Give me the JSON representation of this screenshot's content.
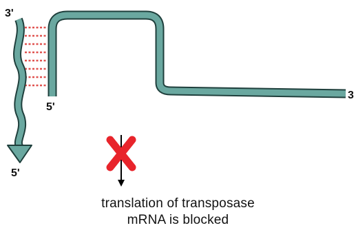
{
  "strands": {
    "antisense": {
      "top_end": "3'",
      "bottom_end": "5'"
    },
    "transposase_mrna": {
      "left_end": "5'",
      "right_end": "3"
    }
  },
  "blocked_marker": {
    "icon": "red-x-icon",
    "color": "#e8242b"
  },
  "colors": {
    "strand_fill": "#6aa8a0",
    "strand_outline": "#1f3f3c",
    "base_pairing": "#e0524f",
    "arrow": "#000000"
  },
  "caption": {
    "line1": "translation of transposase",
    "line2": "mRNA is blocked"
  }
}
